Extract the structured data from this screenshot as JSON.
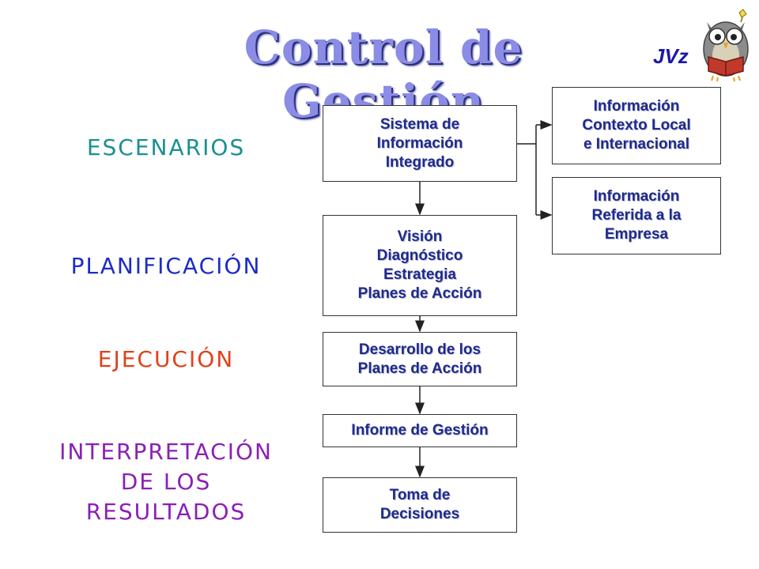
{
  "title": "Control de Gestión",
  "signature": "JVz",
  "stages": {
    "escenarios": {
      "lines": [
        "ESCENARIOS"
      ],
      "color": "#1a8f8f"
    },
    "planificacion": {
      "lines": [
        "PLANIFICACIÓN"
      ],
      "color": "#1c2cc8"
    },
    "ejecucion": {
      "lines": [
        "EJECUCIÓN"
      ],
      "color": "#e0421a"
    },
    "interpretacion": {
      "lines": [
        "INTERPRETACIÓN",
        "DE LOS",
        "RESULTADOS"
      ],
      "color": "#8b1fb5"
    }
  },
  "flow": {
    "sistema": {
      "lines": [
        "Sistema de",
        "Información",
        "Integrado"
      ]
    },
    "vision": {
      "lines": [
        "Visión",
        "Diagnóstico",
        "Estrategia",
        "Planes de Acción"
      ]
    },
    "desarrollo": {
      "lines": [
        "Desarrollo de los",
        "Planes de Acción"
      ]
    },
    "informe": {
      "lines": [
        "Informe de Gestión"
      ]
    },
    "toma": {
      "lines": [
        "Toma de",
        "Decisiones"
      ]
    }
  },
  "info": {
    "contexto": {
      "lines": [
        "Información",
        "Contexto Local",
        "e Internacional"
      ]
    },
    "referida": {
      "lines": [
        "Información",
        "Referida a la",
        "Empresa"
      ]
    }
  },
  "colors": {
    "box_text": "#1f2a8a",
    "title": "#8a8ce6",
    "arrow": "#222222"
  }
}
